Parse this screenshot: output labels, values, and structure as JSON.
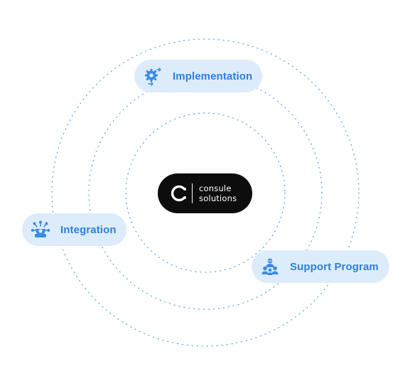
{
  "logo": {
    "line1": "consule",
    "line2": "solutions"
  },
  "items": [
    {
      "label": "Implementation",
      "icon": "gear-arrows-icon"
    },
    {
      "label": "Integration",
      "icon": "network-nodes-icon"
    },
    {
      "label": "Support Program",
      "icon": "team-people-icon"
    }
  ],
  "colors": {
    "pill_background": "#dcecfb",
    "label_text": "#2f7fd8",
    "icon": "#3d8ae6",
    "ring_dots": "#4aa3dc",
    "logo_background": "#0d0d0d"
  }
}
